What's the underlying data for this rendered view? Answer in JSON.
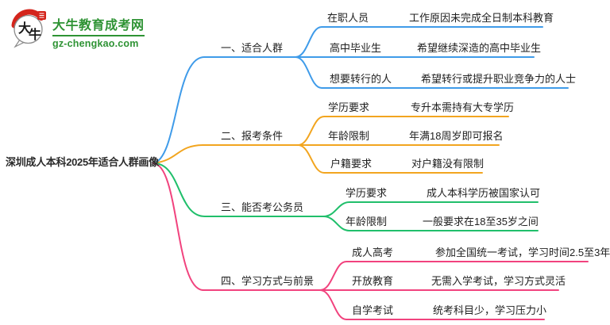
{
  "logo": {
    "icon_text_1": "大",
    "icon_text_2": "牛",
    "title": "大牛教育成考网",
    "domain": "gz-chengkao.com",
    "brand_green": "#2E9334",
    "seal_red": "#D4251C"
  },
  "root": {
    "label": "深圳成人本科2025年适合人群画像"
  },
  "branches": [
    {
      "label": "一、适合人群",
      "color": "#3F9BE9",
      "children": [
        {
          "label": "在职人员",
          "value": "工作原因未完成全日制本科教育"
        },
        {
          "label": "高中毕业生",
          "value": "希望继续深造的高中毕业生"
        },
        {
          "label": "想要转行的人",
          "value": "希望转行或提升职业竞争力的人士"
        }
      ]
    },
    {
      "label": "二、报考条件",
      "color": "#F2A51F",
      "children": [
        {
          "label": "学历要求",
          "value": "专升本需持有大专学历"
        },
        {
          "label": "年龄限制",
          "value": "年满18周岁即可报名"
        },
        {
          "label": "户籍要求",
          "value": "对户籍没有限制"
        }
      ]
    },
    {
      "label": "三、能否考公务员",
      "color": "#20BF6B",
      "children": [
        {
          "label": "学历要求",
          "value": "成人本科学历被国家认可"
        },
        {
          "label": "年龄限制",
          "value": "一般要求在18至35岁之间"
        }
      ]
    },
    {
      "label": "四、学习方式与前景",
      "color": "#F1437E",
      "children": [
        {
          "label": "成人高考",
          "value": "参加全国统一考试，学习时间2.5至3年"
        },
        {
          "label": "开放教育",
          "value": "无需入学考试，学习方式灵活"
        },
        {
          "label": "自学考试",
          "value": "统考科目少，学习压力小"
        }
      ]
    }
  ]
}
